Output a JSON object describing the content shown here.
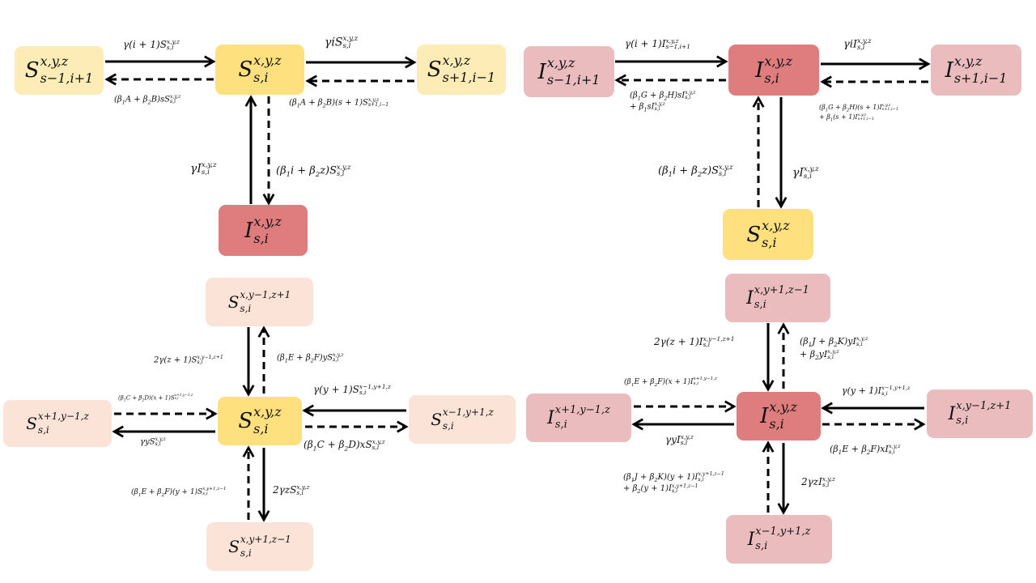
{
  "colors": {
    "s_center": "#fee07f",
    "s_light": "#fdecb5",
    "i_center": "#df7c7d",
    "i_light": "#ebbcbe",
    "peach": "#fbe3d8",
    "arrow": "#000000"
  },
  "nodes": [
    {
      "id": "p1-center",
      "base": "S",
      "sup": "x,y,z",
      "sub": "s,i",
      "color": "s_center"
    },
    {
      "id": "p1-left",
      "base": "S",
      "sup": "x,y,z",
      "sub": "s−1,i+1",
      "color": "s_light"
    },
    {
      "id": "p1-right",
      "base": "S",
      "sup": "x,y,z",
      "sub": "s+1,i−1",
      "color": "s_light"
    },
    {
      "id": "p1-bottom",
      "base": "I",
      "sup": "x,y,z",
      "sub": "s,i",
      "color": "i_center"
    },
    {
      "id": "p2-center",
      "base": "I",
      "sup": "x,y,z",
      "sub": "s,i",
      "color": "i_center"
    },
    {
      "id": "p2-left",
      "base": "I",
      "sup": "x,y,z",
      "sub": "s−1,i+1",
      "color": "i_light"
    },
    {
      "id": "p2-right",
      "base": "I",
      "sup": "x,y,z",
      "sub": "s+1,i−1",
      "color": "i_light"
    },
    {
      "id": "p2-bottom",
      "base": "S",
      "sup": "x,y,z",
      "sub": "s,i",
      "color": "s_center"
    },
    {
      "id": "p3-center",
      "base": "S",
      "sup": "x,y,z",
      "sub": "s,i",
      "color": "s_center"
    },
    {
      "id": "p3-top",
      "base": "S",
      "sup": "x,y−1,z+1",
      "sub": "s,i",
      "color": "peach"
    },
    {
      "id": "p3-left",
      "base": "S",
      "sup": "x+1,y−1,z",
      "sub": "s,i",
      "color": "peach"
    },
    {
      "id": "p3-right",
      "base": "S",
      "sup": "x−1,y+1,z",
      "sub": "s,i",
      "color": "peach"
    },
    {
      "id": "p3-bottom",
      "base": "S",
      "sup": "x,y+1,z−1",
      "sub": "s,i",
      "color": "peach"
    },
    {
      "id": "p4-center",
      "base": "I",
      "sup": "x,y,z",
      "sub": "s,i",
      "color": "i_center"
    },
    {
      "id": "p4-top",
      "base": "I",
      "sup": "x,y+1,z−1",
      "sub": "s,i",
      "color": "i_light"
    },
    {
      "id": "p4-left",
      "base": "I",
      "sup": "x+1,y−1,z",
      "sub": "s,i",
      "color": "i_light"
    },
    {
      "id": "p4-right",
      "base": "I",
      "sup": "x,y−1,z+1",
      "sub": "s,i",
      "color": "i_light"
    },
    {
      "id": "p4-bottom",
      "base": "I",
      "sup": "x−1,y+1,z",
      "sub": "s,i",
      "color": "i_light"
    }
  ],
  "labels": [
    {
      "id": "p1-gamma-i1",
      "lines": [
        "γ(i + 1)S^{x,y,z}_{s,i}"
      ]
    },
    {
      "id": "p1-gamma-i",
      "lines": [
        "γiS^{x,y,z}_{s,i}"
      ]
    },
    {
      "id": "p1-beta-left",
      "lines": [
        "(β1A + β2B)sS^{x,y,z}_{s,i}"
      ]
    },
    {
      "id": "p1-beta-right",
      "lines": [
        "(β1A + β2B)(s + 1)S^{x,y,z}_{s+1,i−1}"
      ]
    },
    {
      "id": "p1-gamma-up",
      "lines": [
        "γI^{x,y,z}_{s,i}"
      ]
    },
    {
      "id": "p1-beta-down",
      "lines": [
        "(β1i + β2z)S^{x,y,z}_{s,i}"
      ]
    },
    {
      "id": "p2-gamma-i1",
      "lines": [
        "γ(i + 1)I^{x,y,z}_{s−1,i+1}"
      ]
    },
    {
      "id": "p2-gamma-i",
      "lines": [
        "γiI^{x,y,z}_{s,i}"
      ]
    },
    {
      "id": "p2-beta-left",
      "lines": [
        "(β1G + β2H)sI^{x,y,z}_{s,i}",
        "+ β1sI^{x,y,z}_{s,i}"
      ]
    },
    {
      "id": "p2-beta-right",
      "lines": [
        "(β1G + β2H)(s + 1)I^{x,y,z}_{s+1,i−1}",
        "+ β1(s + 1)I^{x,y,z}_{s+1,i−1}"
      ]
    },
    {
      "id": "p2-beta-up",
      "lines": [
        "(β1i + β2z)S^{x,y,z}_{s,i}"
      ]
    },
    {
      "id": "p2-gamma-down",
      "lines": [
        "γI^{x,y,z}_{s,i}"
      ]
    },
    {
      "id": "p3-top-in",
      "lines": [
        "2γ(z + 1)S^{x,y−1,z+1}_{s,i}"
      ]
    },
    {
      "id": "p3-top-out",
      "lines": [
        "(β1E + β2F)yS^{x,y,z}_{s,i}"
      ]
    },
    {
      "id": "p3-left-in",
      "lines": [
        "(β1C + β2D)(x + 1)S^{x+1,y−1,z}_{s,i}"
      ]
    },
    {
      "id": "p3-left-out",
      "lines": [
        "γyS^{x,y,z}_{s,i}"
      ]
    },
    {
      "id": "p3-right-in",
      "lines": [
        "γ(y + 1)S^{x−1,y+1,z}_{s,i}"
      ]
    },
    {
      "id": "p3-right-out",
      "lines": [
        "(β1C + β2D)xS^{x,y,z}_{s,i}"
      ]
    },
    {
      "id": "p3-bottom-in",
      "lines": [
        "(β1E + β2F)(y + 1)S^{x,y+1,z−1}_{s,i}"
      ]
    },
    {
      "id": "p3-bottom-out",
      "lines": [
        "2γzS^{x,y,z}_{s,i}"
      ]
    },
    {
      "id": "p4-top-in",
      "lines": [
        "2γ(z + 1)I^{x,y−1,z+1}_{s,i}"
      ]
    },
    {
      "id": "p4-top-out",
      "lines": [
        "(β1J + β2K)yI^{x,y,z}_{s,i}",
        "+ β2yI^{x,y,z}_{s,i}"
      ]
    },
    {
      "id": "p4-left-in",
      "lines": [
        "(β1E + β2F)(x + 1)I^{x+1,y−1,z}_{s,i}"
      ]
    },
    {
      "id": "p4-left-out",
      "lines": [
        "γyI^{x,y,z}_{s,i}"
      ]
    },
    {
      "id": "p4-right-in",
      "lines": [
        "γ(y + 1)I^{x−1,y+1,z}_{s,i}"
      ]
    },
    {
      "id": "p4-right-out",
      "lines": [
        "(β1E + β2F)xI^{x,y,z}_{s,i}"
      ]
    },
    {
      "id": "p4-bottom-in",
      "lines": [
        "(β1J + β2K)(y + 1)I^{x,y+1,z−1}_{s,i}",
        "+ β2(y + 1)I^{x,y+1,z−1}_{s,i}"
      ]
    },
    {
      "id": "p4-bottom-out",
      "lines": [
        "2γzI^{x,y,z}_{s,i}"
      ]
    }
  ]
}
